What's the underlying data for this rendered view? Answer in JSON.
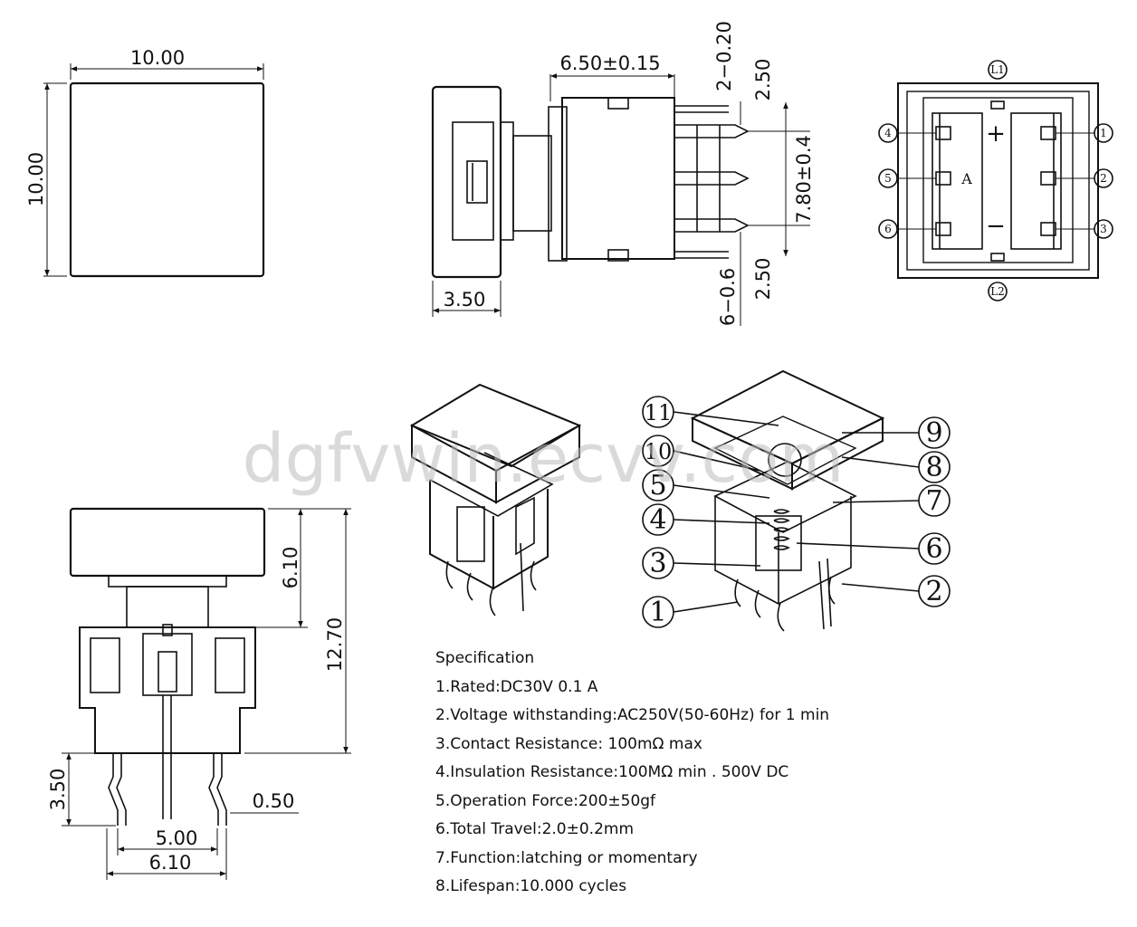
{
  "dimensions": {
    "top_width": "10.00",
    "top_height": "10.00",
    "side_thickness": "6.50±0.15",
    "cap_depth": "3.50",
    "pin_width": "2−0.20",
    "pin_count": "6−0.6",
    "gap_top": "2.50",
    "gap_bottom": "2.50",
    "pin_span": "7.80±0.4",
    "front_cap_height": "6.10",
    "front_total_height": "12.70",
    "lead_length": "3.50",
    "lead_thickness": "0.50",
    "pitch": "5.00",
    "body_width": "6.10"
  },
  "pins": [
    "1",
    "2",
    "3",
    "4",
    "5",
    "6"
  ],
  "led_labels": {
    "l1": "L1",
    "l2": "L2"
  },
  "symbols": {
    "plus": "+",
    "minus": "−",
    "led": "A"
  },
  "callouts": [
    "1",
    "2",
    "3",
    "4",
    "5",
    "6",
    "7",
    "8",
    "9",
    "10",
    "11"
  ],
  "watermark": "dgfvwin.ecvv.com",
  "specification": {
    "title": "Specification",
    "items": [
      "1.Rated:DC30V  0.1 A",
      "2.Voltage withstanding:AC250V(50-60Hz) for 1 min",
      "3.Contact Resistance:  100mΩ max",
      "4.Insulation Resistance:100MΩ min . 500V DC",
      "5.Operation Force:200±50gf",
      "6.Total Travel:2.0±0.2mm",
      "7.Function:latching or momentary",
      "8.Lifespan:10.000 cycles"
    ]
  }
}
